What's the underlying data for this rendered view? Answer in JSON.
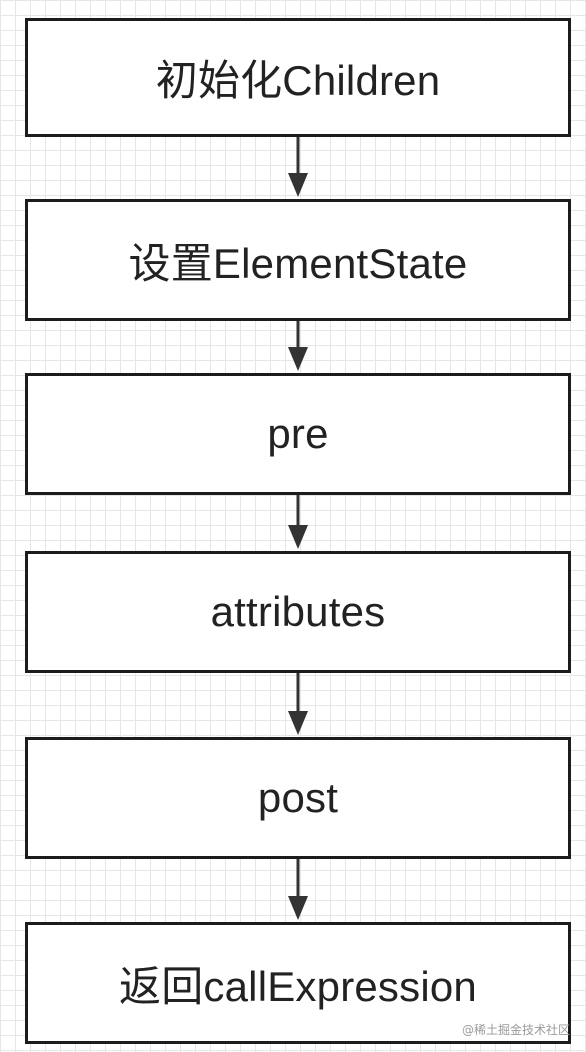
{
  "flowchart": {
    "steps": [
      {
        "label": "初始化Children"
      },
      {
        "label": "设置ElementState"
      },
      {
        "label": "pre"
      },
      {
        "label": "attributes"
      },
      {
        "label": "post"
      },
      {
        "label": "返回callExpression"
      }
    ]
  },
  "colors": {
    "box_border": "#1c1c1c",
    "arrow": "#333333",
    "text": "#222222",
    "grid": "#e6e6e6"
  },
  "watermark": "@稀土掘金技术社区"
}
